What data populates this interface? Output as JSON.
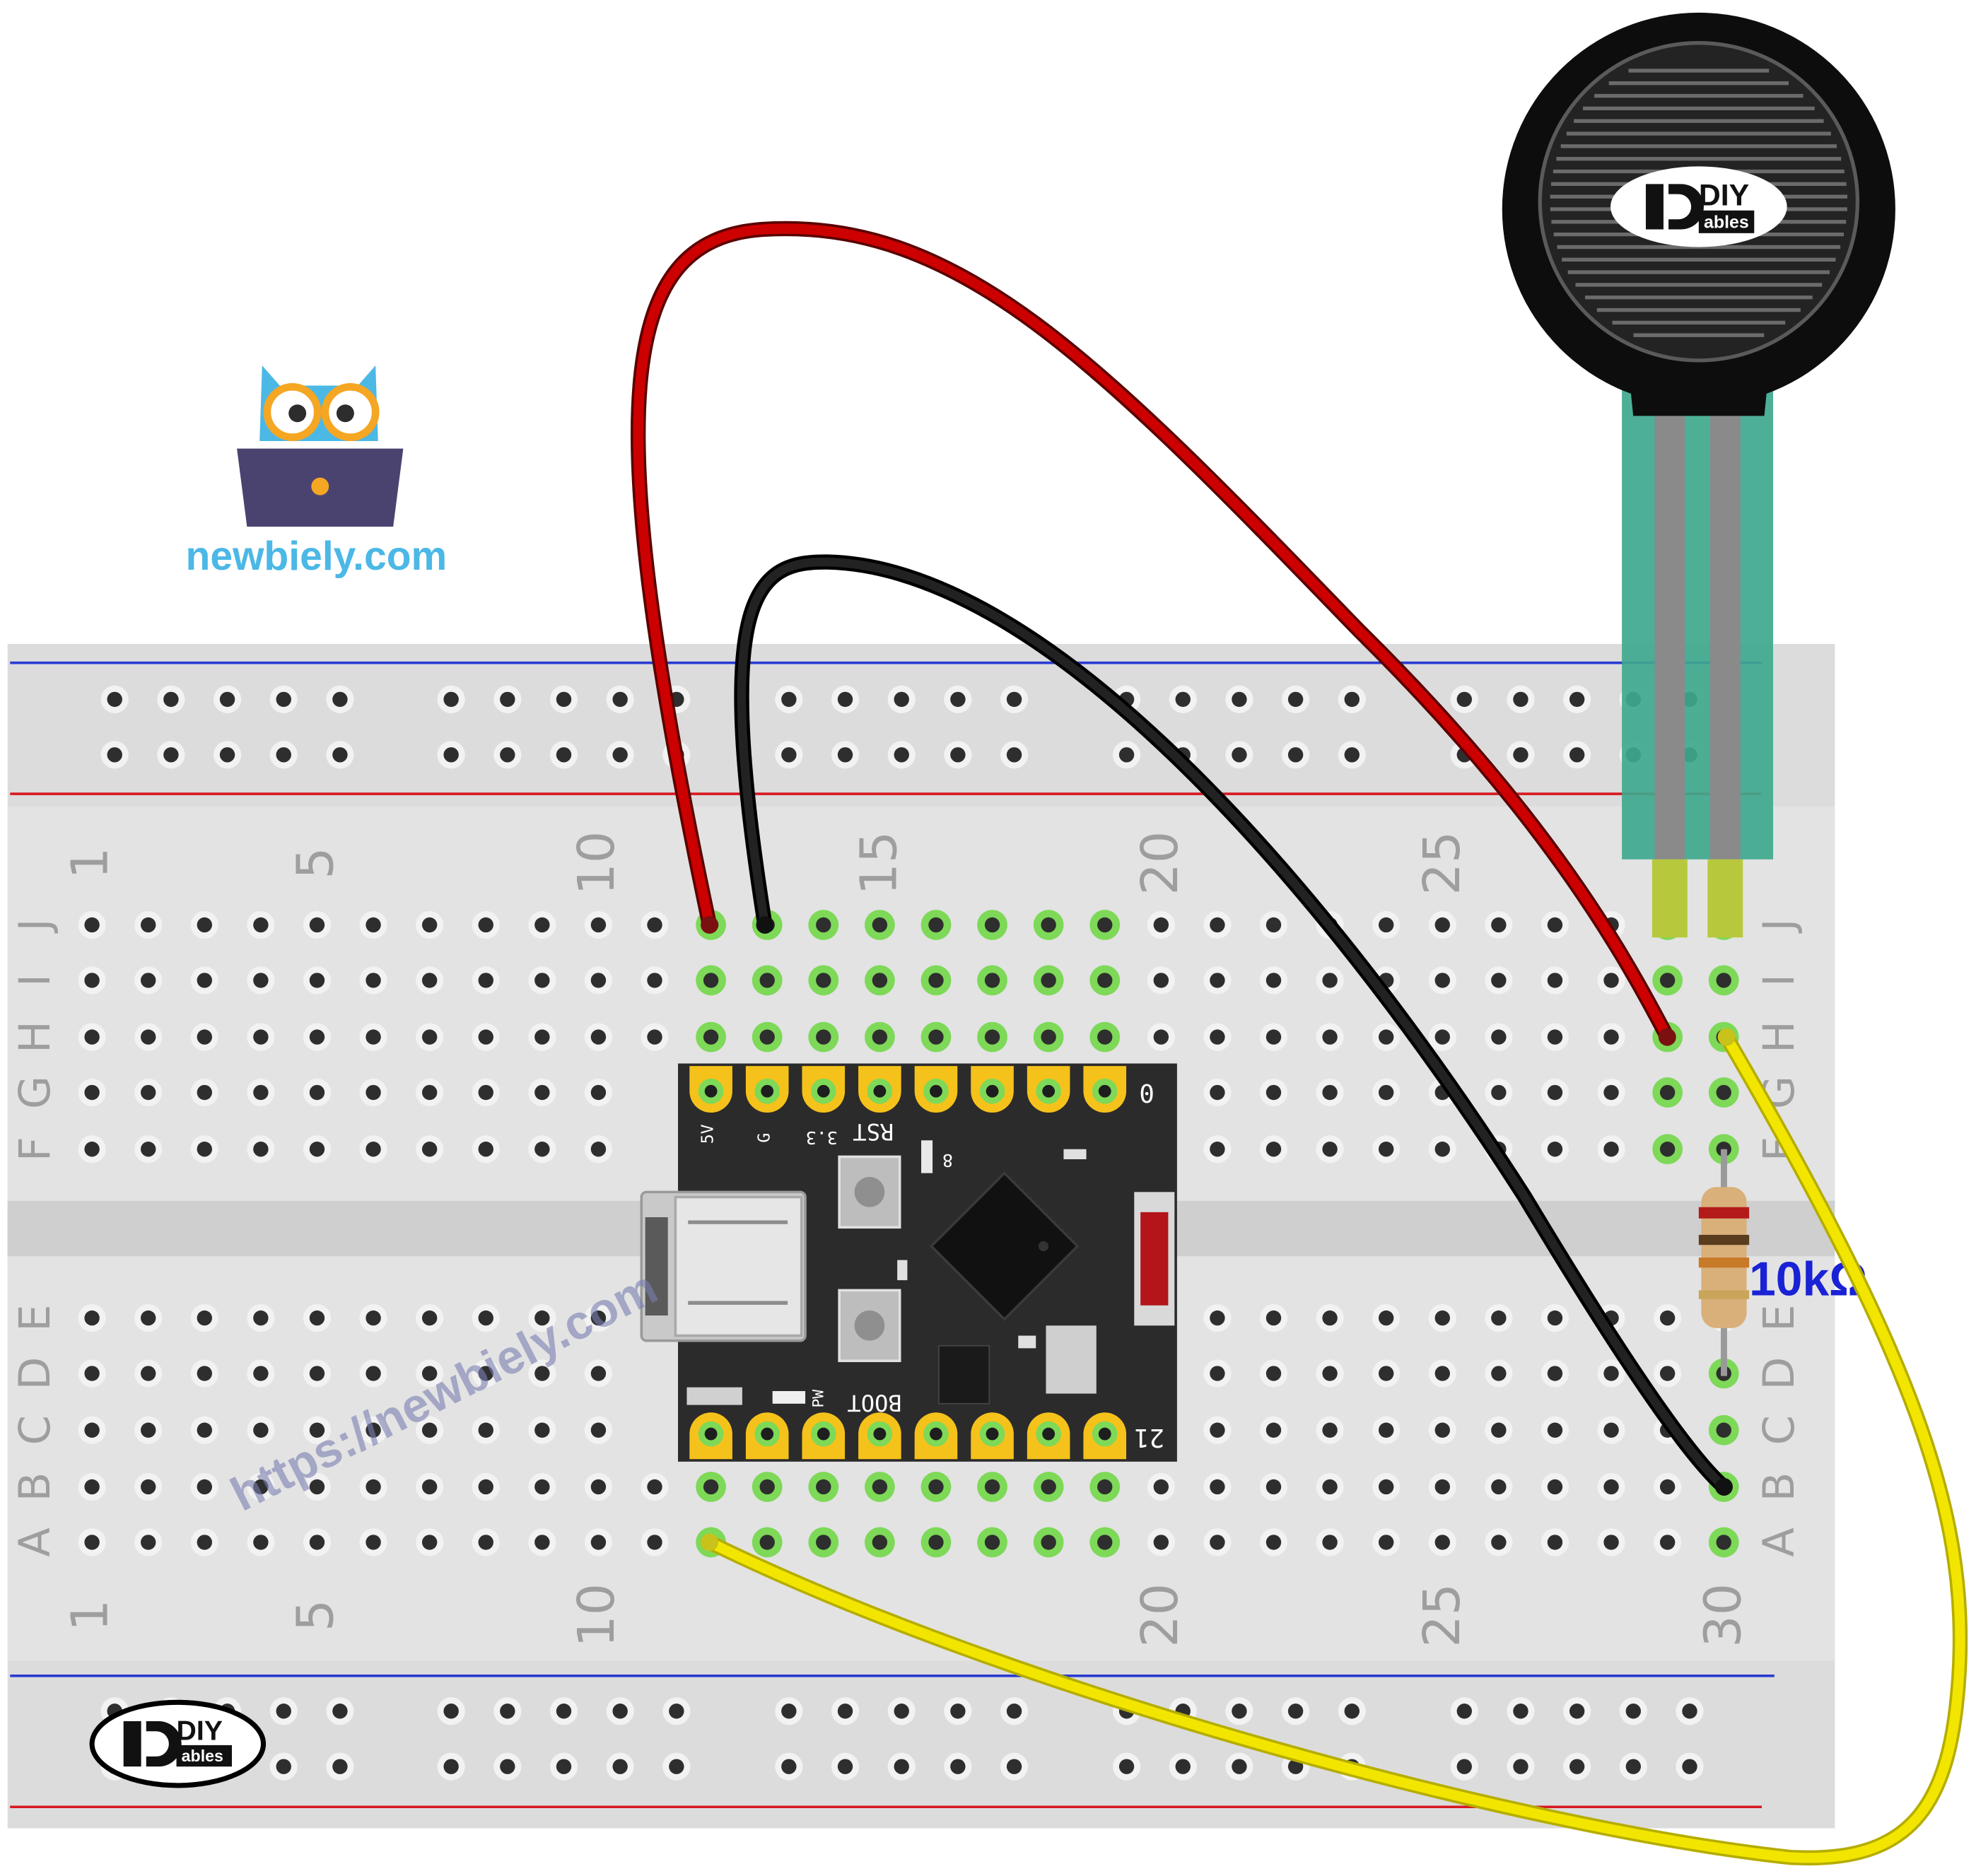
{
  "site": {
    "name": "newbiely.com",
    "watermark": "https://newbiely.com"
  },
  "brand": {
    "line1": "DIY",
    "line2": "ables"
  },
  "breadboard": {
    "rows_top": [
      "J",
      "I",
      "H",
      "G",
      "F"
    ],
    "rows_bottom": [
      "E",
      "D",
      "C",
      "B",
      "A"
    ],
    "column_labels": [
      "1",
      "5",
      "10",
      "15",
      "20",
      "25",
      "30"
    ]
  },
  "board": {
    "pin_labels": {
      "five_v": "5V",
      "ground": "G",
      "three_v3": "3.3",
      "reset": "RST",
      "boot": "BOOT",
      "power": "PW",
      "pin_top": "0",
      "pin_bottom": "21",
      "nine": "8"
    }
  },
  "resistor": {
    "value": "10kΩ"
  },
  "colors": {
    "wire_red": "#cc0000",
    "wire_black": "#111111",
    "wire_yellow": "#f2e600",
    "board": "#2b2b2b",
    "pad": "#f5c21b",
    "hole_active": "#7dd957",
    "rail_blue": "#2a3bd1",
    "rail_red": "#d71920",
    "brand_text": "#4cb8e6",
    "resistor_label": "#1a22d6",
    "sensor_tail": "#3fa88e"
  },
  "icons": [
    "owl-laptop-icon",
    "diyables-logo-icon",
    "force-sensor-icon"
  ]
}
